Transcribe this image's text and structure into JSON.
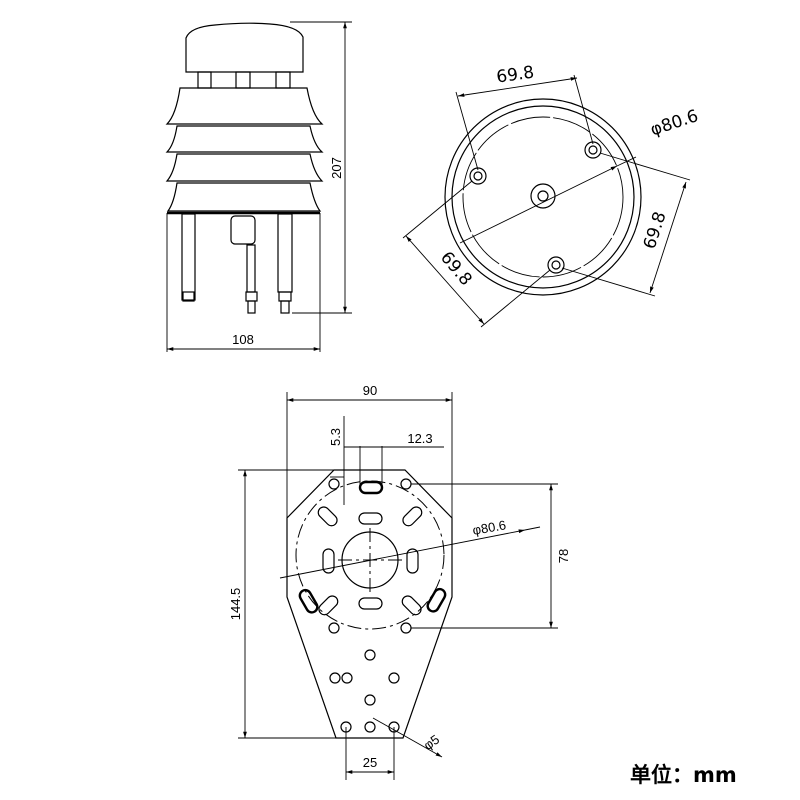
{
  "side_view": {
    "width_label": "108",
    "height_label": "207"
  },
  "top_view": {
    "dim_top": "69.8",
    "dim_right": "69.8",
    "dim_left": "69.8",
    "diameter": "φ80.6"
  },
  "mount_plate": {
    "width": "90",
    "slot_offset": "5.3",
    "slot_width": "12.3",
    "diameter": "φ80.6",
    "hole_spacing_v": "78",
    "height": "144.5",
    "hole_diameter": "φ5",
    "hole_spacing_h": "25"
  },
  "unit_label": "单位：mm"
}
